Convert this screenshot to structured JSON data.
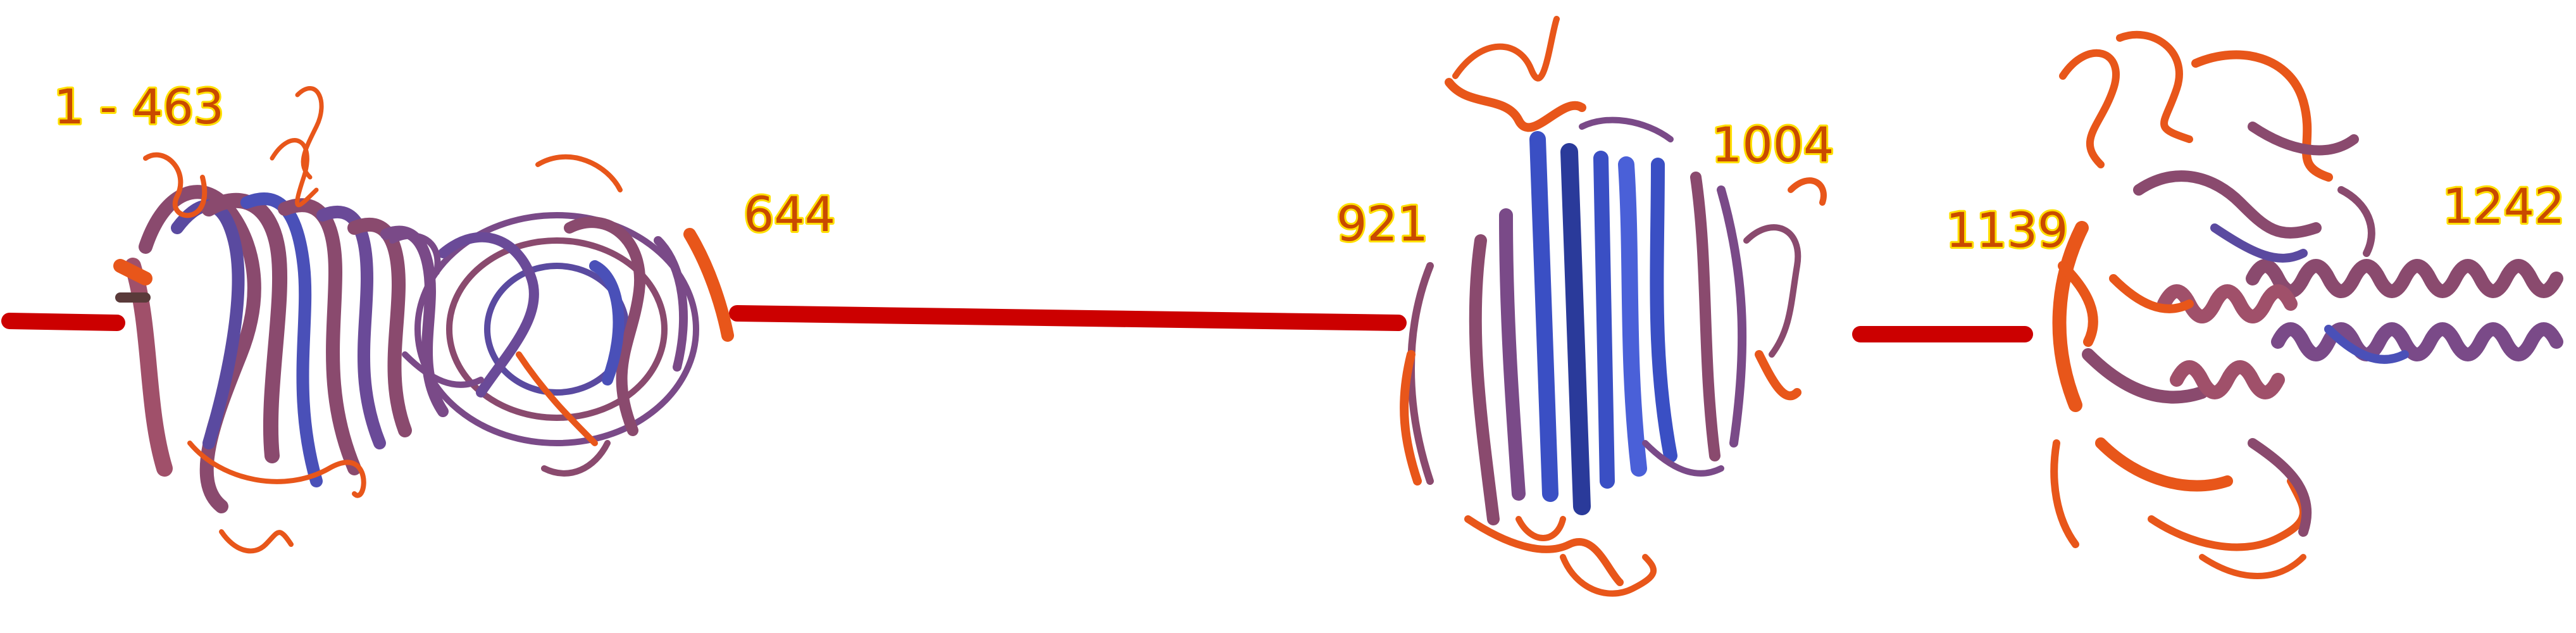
{
  "labels": {
    "domain1": "1 - 463",
    "boundary1": "644",
    "domain2_start": "921",
    "domain2_end": "1004",
    "domain3_start": "1139",
    "domain3_end": "1242"
  },
  "colors": {
    "label_fill": "#c94a00",
    "label_outline": "#ffe000",
    "linker": "#cc0000",
    "ribbon_orange": "#e8561a",
    "ribbon_mauve": "#8a4a6e",
    "ribbon_blue": "#3a4fc4",
    "background": "#ffffff"
  },
  "structures": [
    {
      "name": "domain-1-463",
      "style": "beta-solenoid"
    },
    {
      "name": "domain-644",
      "style": "beta-propeller"
    },
    {
      "name": "domain-921-1004",
      "style": "beta-sandwich"
    },
    {
      "name": "domain-1139-1242",
      "style": "helical-bundle"
    }
  ]
}
